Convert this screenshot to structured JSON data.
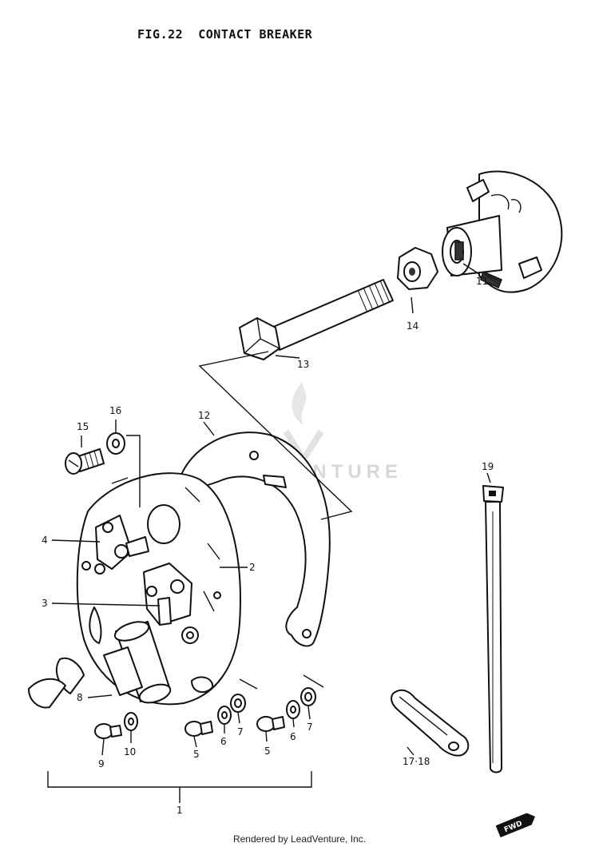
{
  "figure": {
    "fig_number": "FIG.22",
    "title": "CONTACT BREAKER"
  },
  "watermark": "LEADVENTURE",
  "footer": "Rendered by LeadVenture, Inc.",
  "stamp": "FWD",
  "callouts": {
    "c1": "1",
    "c2": "2",
    "c3": "3",
    "c4": "4",
    "c5a": "5",
    "c5b": "5",
    "c6a": "6",
    "c6b": "6",
    "c7a": "7",
    "c7b": "7",
    "c8": "8",
    "c9": "9",
    "c10": "10",
    "c11": "11",
    "c12": "12",
    "c13": "13",
    "c14": "14",
    "c15": "15",
    "c16": "16",
    "c17_18": "17·18",
    "c19": "19"
  }
}
